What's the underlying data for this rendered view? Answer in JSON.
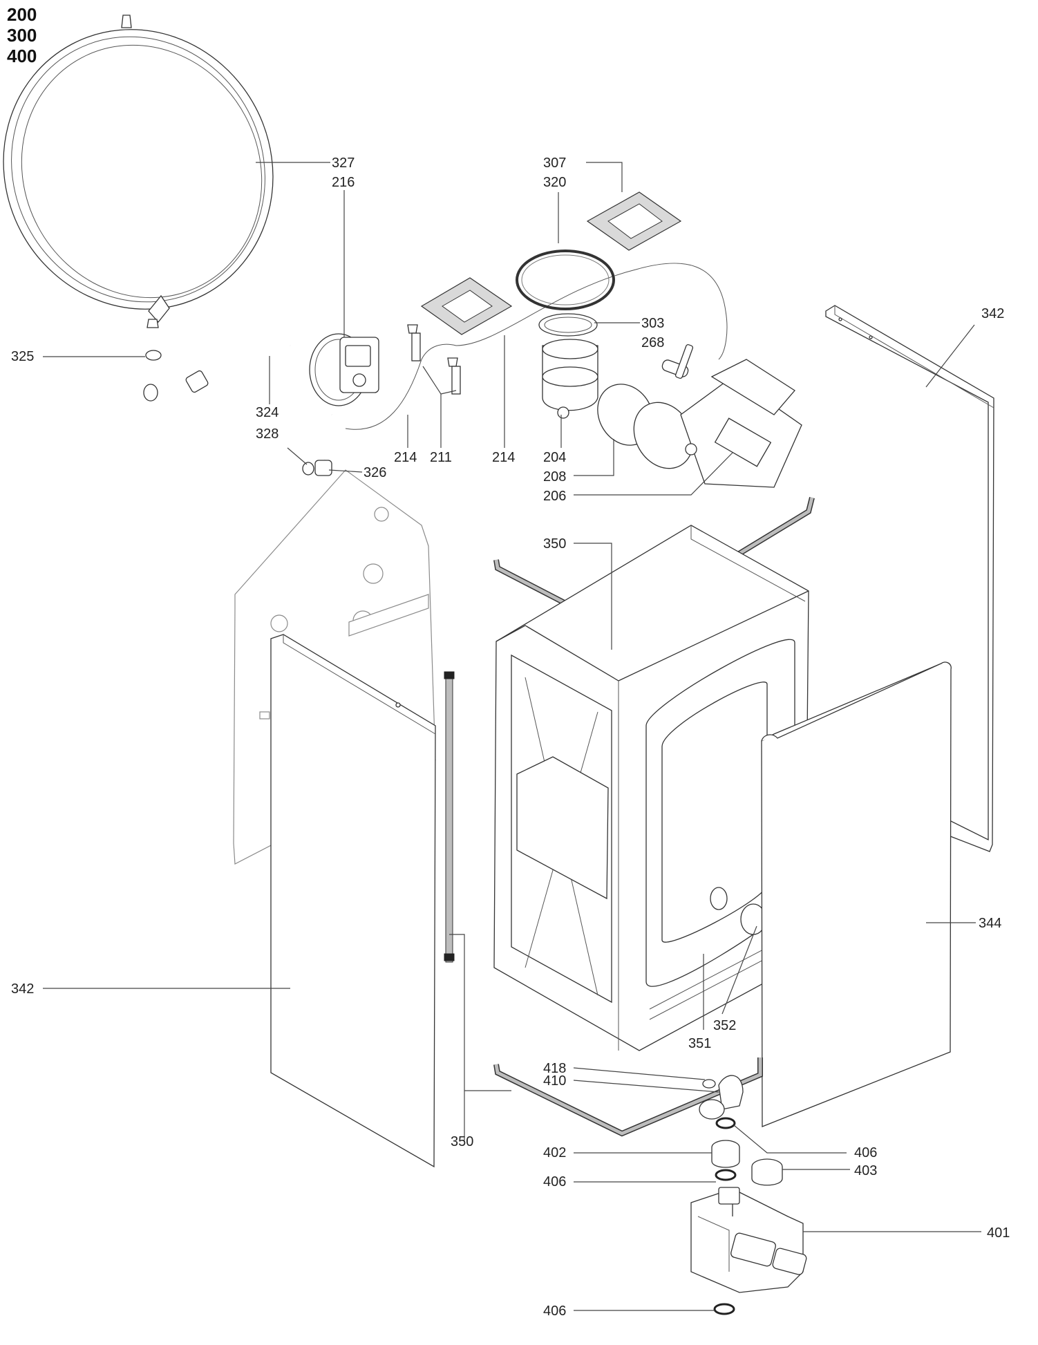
{
  "series_codes": [
    "200",
    "300",
    "400"
  ],
  "callouts": {
    "c327": "327",
    "c216": "216",
    "c307": "307",
    "c320": "320",
    "c342_right": "342",
    "c325": "325",
    "c303": "303",
    "c268": "268",
    "c324": "324",
    "c328": "328",
    "c326": "326",
    "c214_left": "214",
    "c211": "211",
    "c214_right": "214",
    "c204": "204",
    "c208": "208",
    "c206": "206",
    "c350_top": "350",
    "c342_left": "342",
    "c344": "344",
    "c352": "352",
    "c351": "351",
    "c418": "418",
    "c410": "410",
    "c406_a": "406",
    "c402": "402",
    "c403": "403",
    "c406_b": "406",
    "c401": "401",
    "c406_c": "406",
    "c350_bottom": "350"
  }
}
